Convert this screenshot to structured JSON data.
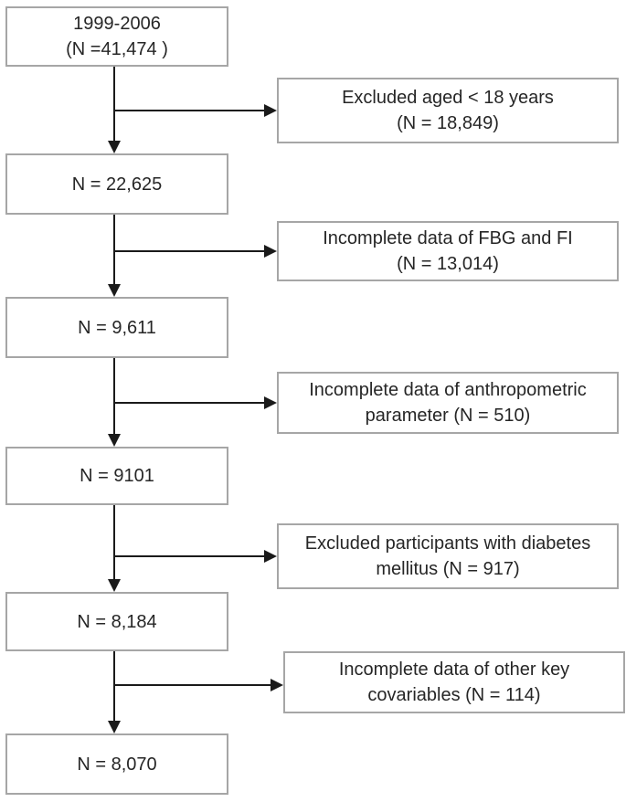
{
  "diagram": {
    "main_boxes": [
      {
        "lines": [
          "1999-2006",
          "(N =41,474 )"
        ]
      },
      {
        "lines": [
          "N = 22,625"
        ]
      },
      {
        "lines": [
          "N = 9,611"
        ]
      },
      {
        "lines": [
          "N = 9101"
        ]
      },
      {
        "lines": [
          "N = 8,184"
        ]
      },
      {
        "lines": [
          "N = 8,070"
        ]
      }
    ],
    "exclusion_boxes": [
      {
        "lines": [
          "Excluded aged < 18 years",
          "(N = 18,849)"
        ]
      },
      {
        "lines": [
          "Incomplete data of  FBG and FI",
          "(N = 13,014)"
        ]
      },
      {
        "lines": [
          "Incomplete data of  anthropometric",
          "parameter (N = 510)"
        ]
      },
      {
        "lines": [
          "Excluded participants with diabetes",
          "mellitus (N = 917)"
        ]
      },
      {
        "lines": [
          "Incomplete data of  other key",
          "covariables (N = 114)"
        ]
      }
    ],
    "colors": {
      "box_border": "#a6a6a6",
      "arrow": "#1a1a1a",
      "text": "#262626",
      "background": "#ffffff"
    }
  }
}
